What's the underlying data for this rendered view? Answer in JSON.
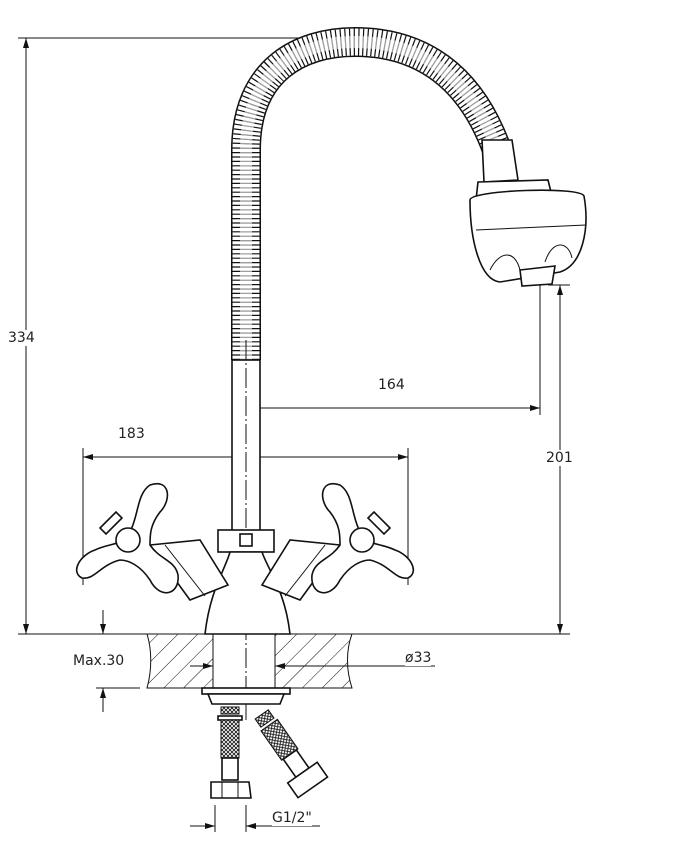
{
  "drawing": {
    "dimensions": {
      "total_height": "334",
      "spout_reach": "164",
      "spout_height": "201",
      "handle_span": "183",
      "max_counter_thickness": "Max.30",
      "hole_diameter": "ø33",
      "connection_thread": "G1/2\""
    },
    "colors": {
      "line": "#111111",
      "background": "#ffffff"
    }
  }
}
